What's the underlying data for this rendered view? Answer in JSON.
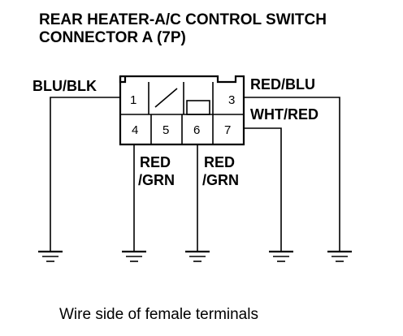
{
  "title": {
    "line1": "REAR HEATER-A/C CONTROL SWITCH",
    "line2": "CONNECTOR A (7P)"
  },
  "connector": {
    "pins": [
      "1",
      "3",
      "4",
      "5",
      "6",
      "7"
    ]
  },
  "wires": {
    "pin1": "BLU/BLK",
    "pin3": "RED/BLU",
    "pin7": "WHT/RED",
    "pin4_line1": "RED",
    "pin4_line2": "/GRN",
    "pin6_line1": "RED",
    "pin6_line2": "/GRN"
  },
  "caption": "Wire side of female terminals"
}
